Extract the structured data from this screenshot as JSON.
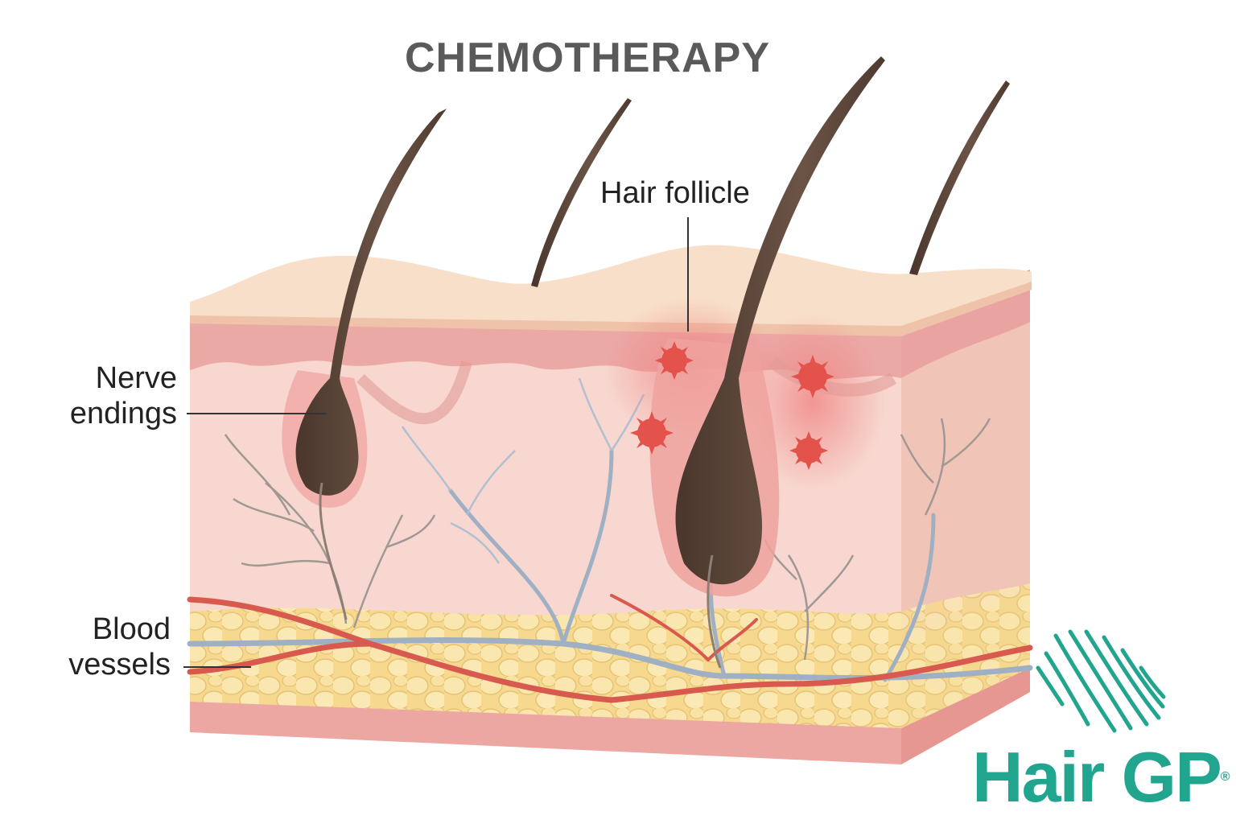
{
  "title": "CHEMOTHERAPY",
  "labels": {
    "nerve_line1": "Nerve",
    "nerve_line2": "endings",
    "blood_line1": "Blood",
    "blood_line2": "vessels",
    "follicle": "Hair follicle"
  },
  "logo": {
    "name": "Hair GP",
    "registered_mark": "®",
    "color": "#22a58e"
  },
  "colors": {
    "skin_top": "#f7dcc6",
    "epidermis": "#e9a0a0",
    "dermis": "#f6d3cc",
    "fat": "#f7dc94",
    "artery": "#d85a4e",
    "vein": "#9fb1c6",
    "nerve": "#9b8f88",
    "hair": "#5a4337",
    "damage": "#e4524c"
  },
  "icons": [
    "damage-cell-icon",
    "hair-gp-logo-icon"
  ]
}
